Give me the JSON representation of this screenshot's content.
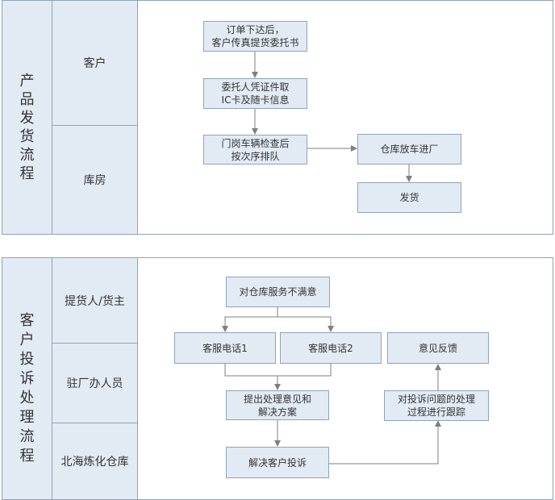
{
  "colors": {
    "panel_bg": "#e2ebf4",
    "border": "#8fa3b6",
    "arrow": "#7f7f7f"
  },
  "delivery": {
    "title": [
      "产",
      "品",
      "发",
      "货",
      "流",
      "程"
    ],
    "lanes": [
      "客户",
      "库房"
    ],
    "nodes": {
      "order": [
        "订单下达后，",
        "客户传真提货委托书"
      ],
      "agent": [
        "委托人凭证件取",
        "IC卡及随卡信息"
      ],
      "gate": [
        "门岗车辆检查后",
        "按次序排队"
      ],
      "release": [
        "仓库放车进厂"
      ],
      "ship": [
        "发货"
      ]
    }
  },
  "complaint": {
    "title": [
      "客",
      "户",
      "投",
      "诉",
      "处",
      "理",
      "流",
      "程"
    ],
    "lanes": [
      "提货人/货主",
      "驻厂办人员",
      "北海炼化仓库"
    ],
    "nodes": {
      "dissatisfied": [
        "对仓库服务不满意"
      ],
      "hotline1": [
        "客服电话1"
      ],
      "hotline2": [
        "客服电话2"
      ],
      "feedback": [
        "意见反馈"
      ],
      "proposal": [
        "提出处理意见和",
        "解决方案"
      ],
      "track": [
        "对投诉问题的处理",
        "过程进行跟踪"
      ],
      "resolve": [
        "解决客户投诉"
      ]
    }
  }
}
